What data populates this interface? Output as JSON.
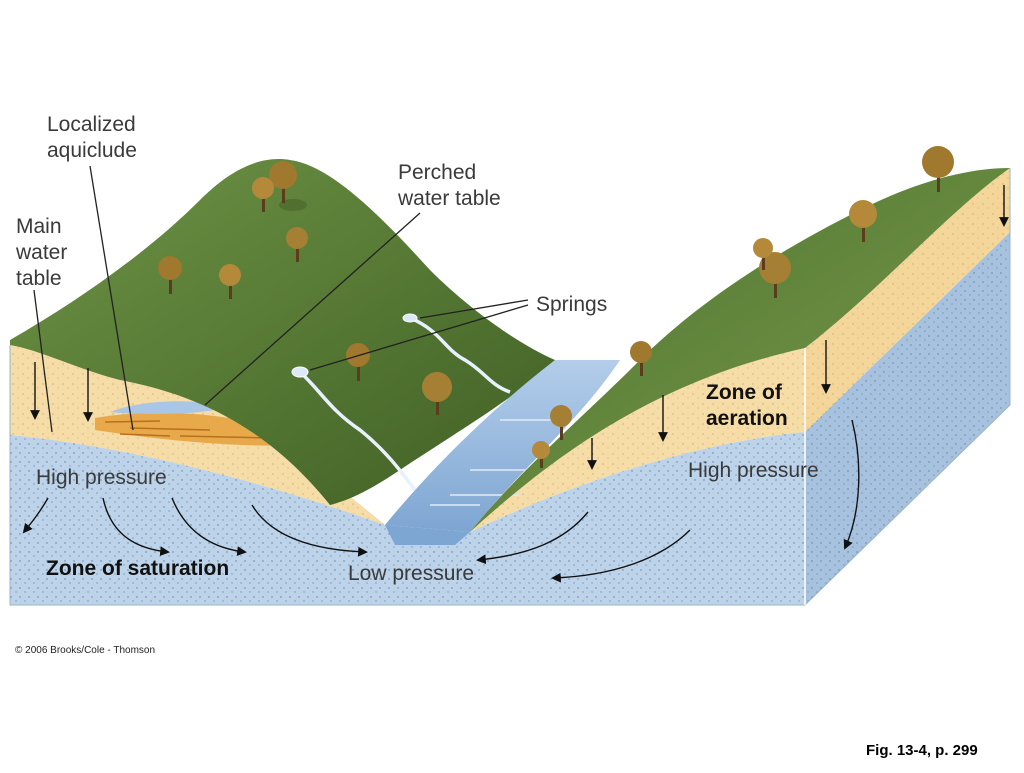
{
  "labels": {
    "localized_aquiclude": [
      "Localized",
      "aquiclude"
    ],
    "main_water_table": [
      "Main",
      "water",
      "table"
    ],
    "perched_water_table": [
      "Perched",
      "water table"
    ],
    "springs": "Springs",
    "zone_of_aeration": [
      "Zone of",
      "aeration"
    ],
    "high_pressure_left": "High pressure",
    "high_pressure_right": "High pressure",
    "zone_of_saturation": "Zone of saturation",
    "low_pressure": "Low pressure"
  },
  "copyright": "© 2006 Brooks/Cole - Thomson",
  "figure_ref": "Fig. 13-4, p. 299",
  "colors": {
    "saturation_blue": "#bcd3ea",
    "aeration_sand": "#f6dca6",
    "hill_green": "#5a7d34",
    "river_blue": "#8fb4dc",
    "aquiclude_orange": "#e8a94a"
  }
}
